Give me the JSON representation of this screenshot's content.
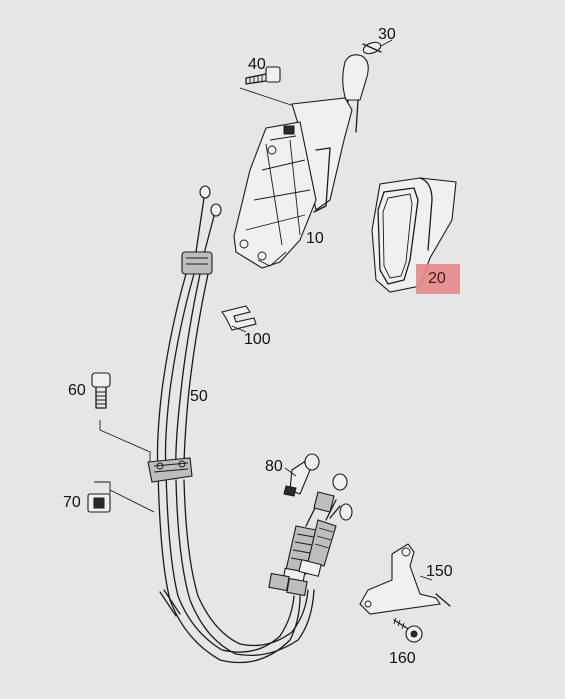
{
  "callouts": [
    {
      "id": "30",
      "text": "30"
    },
    {
      "id": "40",
      "text": "40"
    },
    {
      "id": "10",
      "text": "10"
    },
    {
      "id": "20",
      "text": "20",
      "highlight": true,
      "highlight_color": "#e88a8a"
    },
    {
      "id": "100",
      "text": "100"
    },
    {
      "id": "60",
      "text": "60"
    },
    {
      "id": "50",
      "text": "50"
    },
    {
      "id": "80",
      "text": "80"
    },
    {
      "id": "70",
      "text": "70"
    },
    {
      "id": "150",
      "text": "150"
    },
    {
      "id": "160",
      "text": "160"
    }
  ],
  "colors": {
    "background": "#e6e6e6",
    "line": "#1a1a1a",
    "highlight": "#e88a8a"
  }
}
